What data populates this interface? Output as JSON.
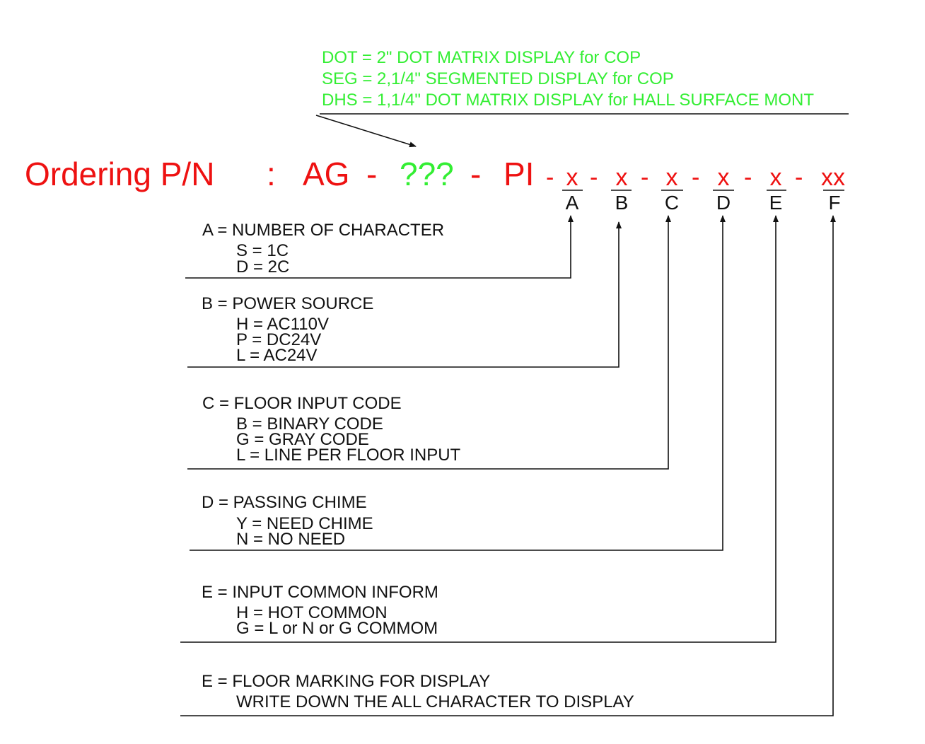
{
  "display_types": {
    "lines": [
      "DOT = 2\" DOT MATRIX DISPLAY for COP",
      "SEG = 2,1/4\" SEGMENTED DISPLAY for COP",
      "DHS = 1,1/4\" DOT MATRIX DISPLAY for HALL SURFACE MONT"
    ]
  },
  "title": {
    "prefix": "Ordering P/N",
    "colon": ":",
    "ag": "AG",
    "dash1": "-",
    "model": "???",
    "dash2": "-",
    "pi": "PI",
    "codes": [
      "x",
      "x",
      "x",
      "x",
      "x",
      "xx"
    ],
    "dash": "-",
    "letters": [
      "A",
      "B",
      "C",
      "D",
      "E",
      "F"
    ]
  },
  "sections": [
    {
      "heading": "A = NUMBER OF CHARACTER",
      "options": [
        "S = 1C",
        "D = 2C"
      ]
    },
    {
      "heading": "B = POWER SOURCE",
      "options": [
        "H = AC110V",
        "P = DC24V",
        "L = AC24V"
      ]
    },
    {
      "heading": "C = FLOOR INPUT CODE",
      "options": [
        "B = BINARY CODE",
        "G = GRAY CODE",
        "L = LINE PER FLOOR INPUT"
      ]
    },
    {
      "heading": "D = PASSING CHIME",
      "options": [
        "Y = NEED CHIME",
        "N = NO NEED"
      ]
    },
    {
      "heading": "E = INPUT COMMON INFORM",
      "options": [
        "H = HOT COMMON",
        "G = L or N or G  COMMOM"
      ]
    },
    {
      "heading": "E = FLOOR MARKING FOR DISPLAY",
      "options": [
        "WRITE DOWN THE ALL CHARACTER TO DISPLAY"
      ]
    }
  ],
  "colors": {
    "red": "#ee1111",
    "green": "#33ee33",
    "black": "#111111"
  }
}
